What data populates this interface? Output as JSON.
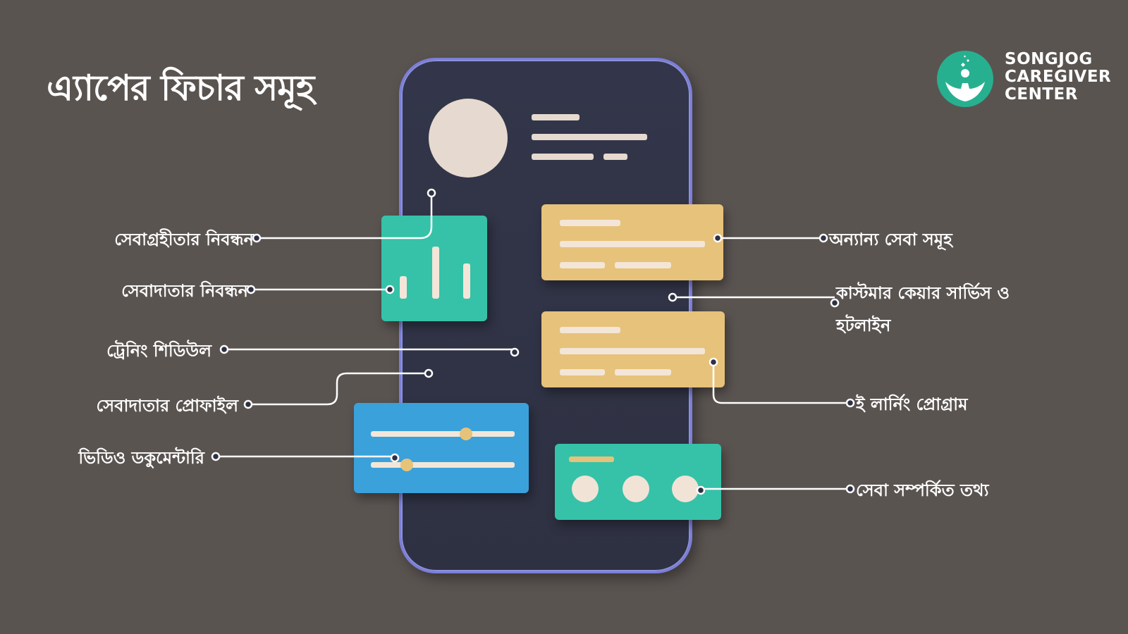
{
  "header": {
    "title": "এ্যাপের ফিচার সমূহ"
  },
  "brand": {
    "line1": "SONGJOG",
    "line2": "CAREGIVER",
    "line3": "CENTER",
    "icon": "songjog-logo-icon",
    "color": "#27b08f"
  },
  "features": {
    "left": [
      "সেবাগ্রহীতার নিবন্ধন",
      "সেবাদাতার নিবন্ধন",
      "ট্রেনিং শিডিউল",
      "সেবাদাতার প্রোফাইল",
      "ভিডিও ডকুমেন্টারি"
    ],
    "right": [
      "অন্যান্য সেবা  সমূহ",
      "কাস্টমার কেয়ার সার্ভিস ও",
      "হটলাইন",
      "ই লার্নিং প্রোগ্রাম",
      "সেবা সম্পর্কিত তথ্য"
    ]
  },
  "colors": {
    "background": "#5a5451",
    "phone": "#2e3142",
    "phone_border": "#7b7fd8",
    "green": "#35c2a8",
    "yellow": "#e7c27a",
    "blue": "#3aa1db",
    "cream": "#e6d9cf"
  },
  "sliders": [
    0.66,
    0.25
  ]
}
